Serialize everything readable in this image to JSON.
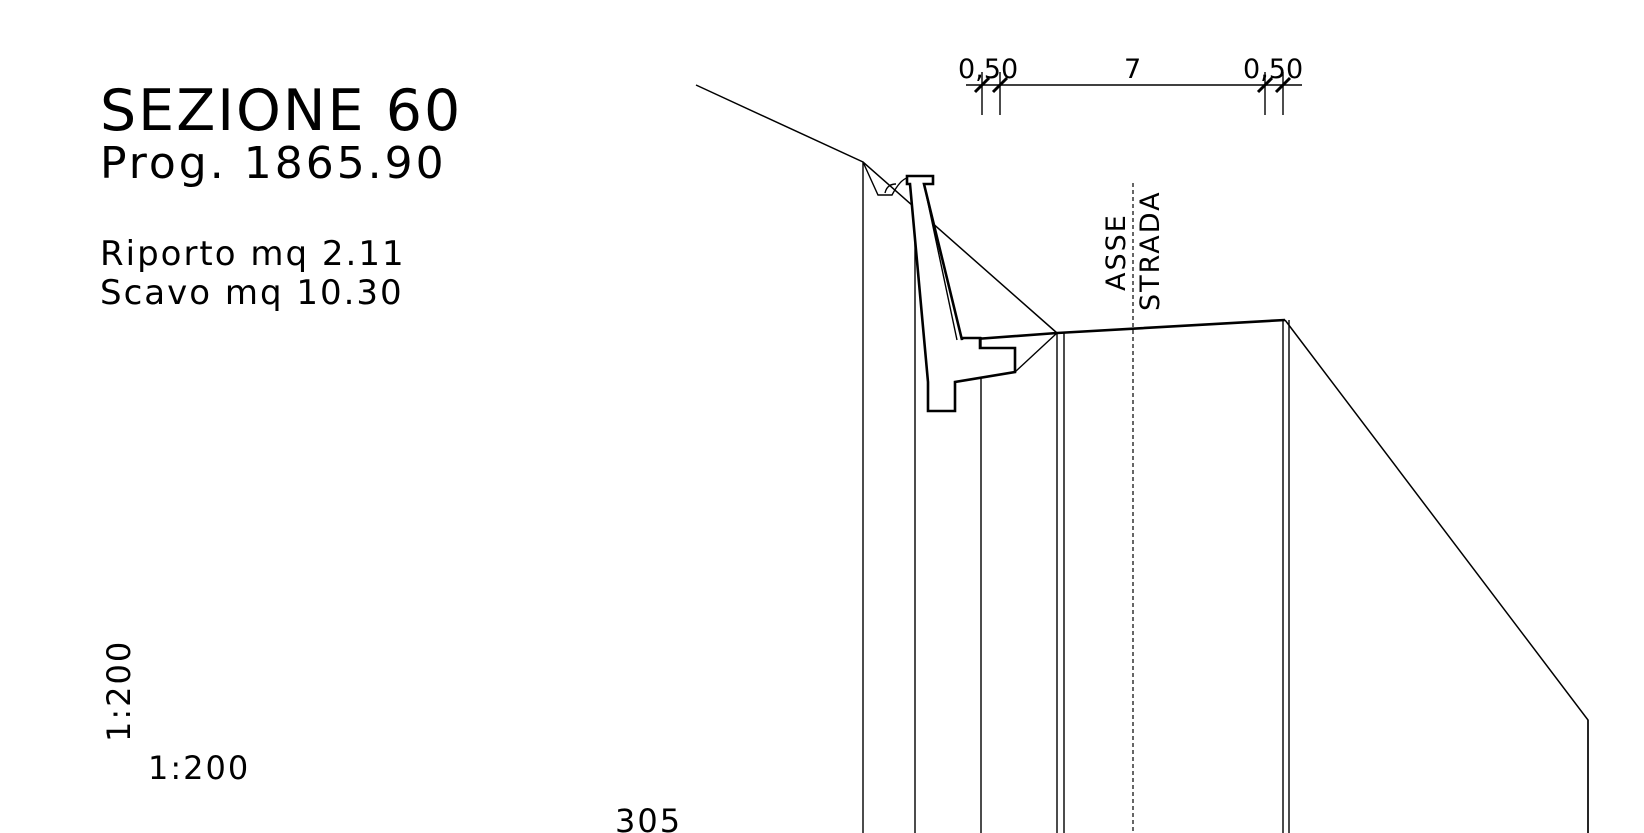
{
  "section": {
    "title": "SEZIONE 60",
    "progressive": "Prog. 1865.90"
  },
  "areas": {
    "fill": "Riporto mq 2.11",
    "cut": "Scavo mq 10.30"
  },
  "scales": {
    "vertical": "1:200",
    "horizontal": "1:200"
  },
  "reference_level": "305",
  "dimensions": {
    "left_shoulder": "0,50",
    "carriageway": "7",
    "right_shoulder": "0,50"
  },
  "road_axis": {
    "line1": "ASSE",
    "line2": "STRADA"
  }
}
